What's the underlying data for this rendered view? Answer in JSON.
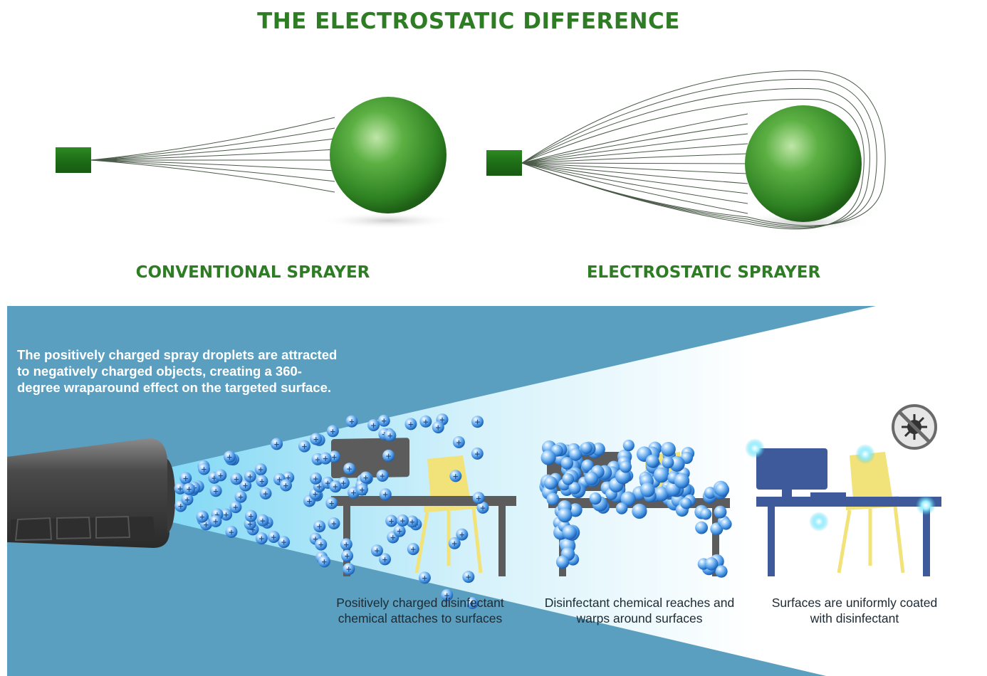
{
  "title": "THE ELECTROSTATIC DIFFERENCE",
  "comparison": {
    "conventional_label": "CONVENTIONAL SPRAYER",
    "electrostatic_label": "ELECTROSTATIC SPRAYER"
  },
  "process": {
    "intro": "The positively charged spray droplets are attracted to negatively charged objects, creating a 360-degree wraparound effect on the targeted surface.",
    "captions": [
      {
        "line1": "Positively charged disinfectant",
        "line2": "chemical attaches to surfaces"
      },
      {
        "line1": "Disinfectant chemical reaches and",
        "line2": "warps around surfaces"
      },
      {
        "line1": "Surfaces are uniformly coated",
        "line2": "with disinfectant"
      }
    ],
    "droplet_symbol": "+",
    "icons": [
      "no-germs-icon",
      "sparkle-icon"
    ]
  },
  "colors": {
    "title_green": "#2e7d24",
    "sphere_green": "#3a9a2c",
    "panel_blue": "#5a9fbf",
    "droplet_blue": "#3f8fe0",
    "desk_gray": "#5c5c5c",
    "desk_navy": "#3e5a9a",
    "chair_yellow": "#f2e27a"
  }
}
